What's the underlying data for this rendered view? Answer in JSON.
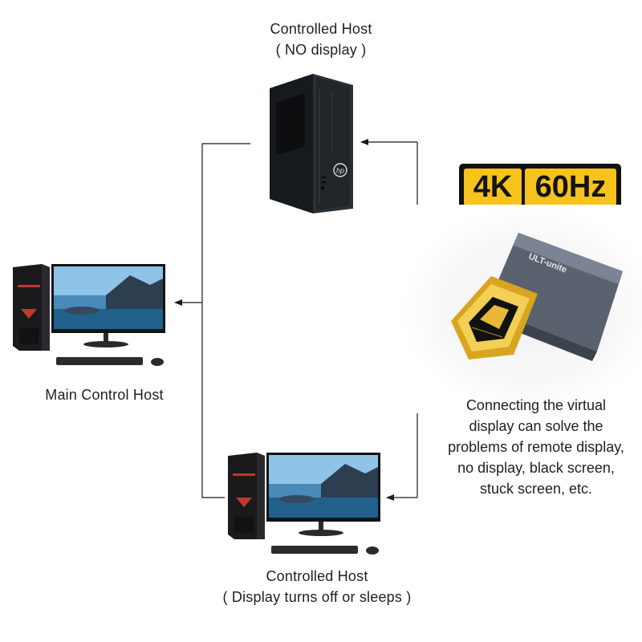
{
  "diagram": {
    "top_host": {
      "title": "Controlled Host",
      "subtitle": "( NO display )",
      "brand": "hp"
    },
    "left_host": {
      "title": "Main Control Host"
    },
    "bottom_host": {
      "title": "Controlled Host",
      "subtitle": "( Display turns off or sleeps )"
    },
    "badge": {
      "part1": "4K",
      "part2": "60Hz"
    },
    "adapter": {
      "brand": "ULT-unite"
    },
    "description": {
      "lines": [
        "Connecting the virtual",
        "display can solve the",
        "problems of remote display,",
        "no display, black screen,",
        "stuck screen, etc."
      ]
    }
  },
  "colors": {
    "badge_yellow": "#f6c21c",
    "badge_black": "#111111",
    "line": "#1a1a1a",
    "adapter_body": "#5a6270",
    "connector_gold": "#d9a520",
    "tower_accent": "#c0392b"
  }
}
